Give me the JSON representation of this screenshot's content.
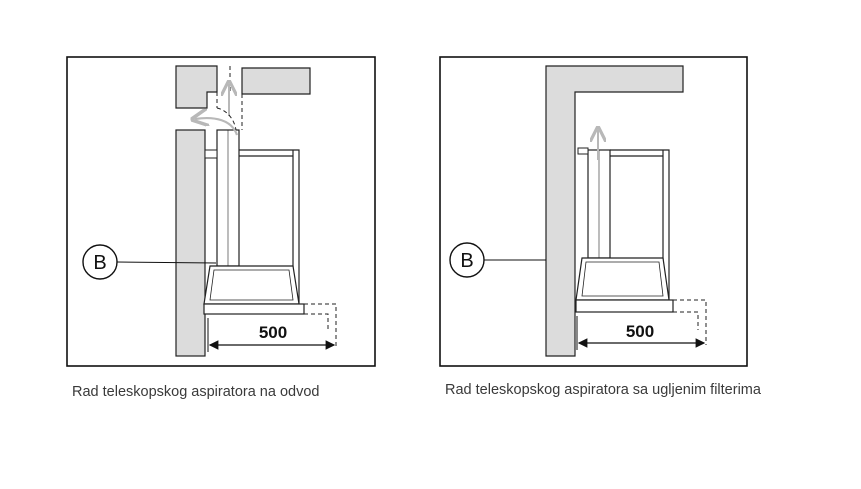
{
  "diagrams": [
    {
      "callout_label": "B",
      "dimension": "500",
      "caption": "Rad teleskopskog aspiratora na odvod"
    },
    {
      "callout_label": "B",
      "dimension": "500",
      "caption": "Rad teleskopskog aspiratora sa ugljenim filterima"
    }
  ],
  "colors": {
    "wall_fill": "#dcdcdc",
    "line": "#222222",
    "arrow": "#b8b8b8"
  }
}
